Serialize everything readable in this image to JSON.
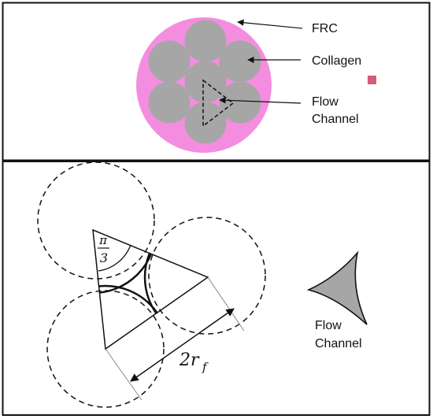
{
  "top_panel": {
    "labels": {
      "frc": "FRC",
      "collagen": "Collagen",
      "flow_line1": "Flow",
      "flow_line2": "Channel"
    },
    "colors": {
      "frc_fill": "#f48ddf",
      "fiber_fill": "#a6a6a6",
      "marker_fill": "#d85a78"
    }
  },
  "bottom_panel": {
    "labels": {
      "angle_numerator": "π",
      "angle_denominator": "3",
      "dimension_main": "2r",
      "dimension_sub": "f",
      "flow_line1": "Flow",
      "flow_line2": "Channel"
    },
    "colors": {
      "channel_fill": "#a6a6a6"
    }
  }
}
